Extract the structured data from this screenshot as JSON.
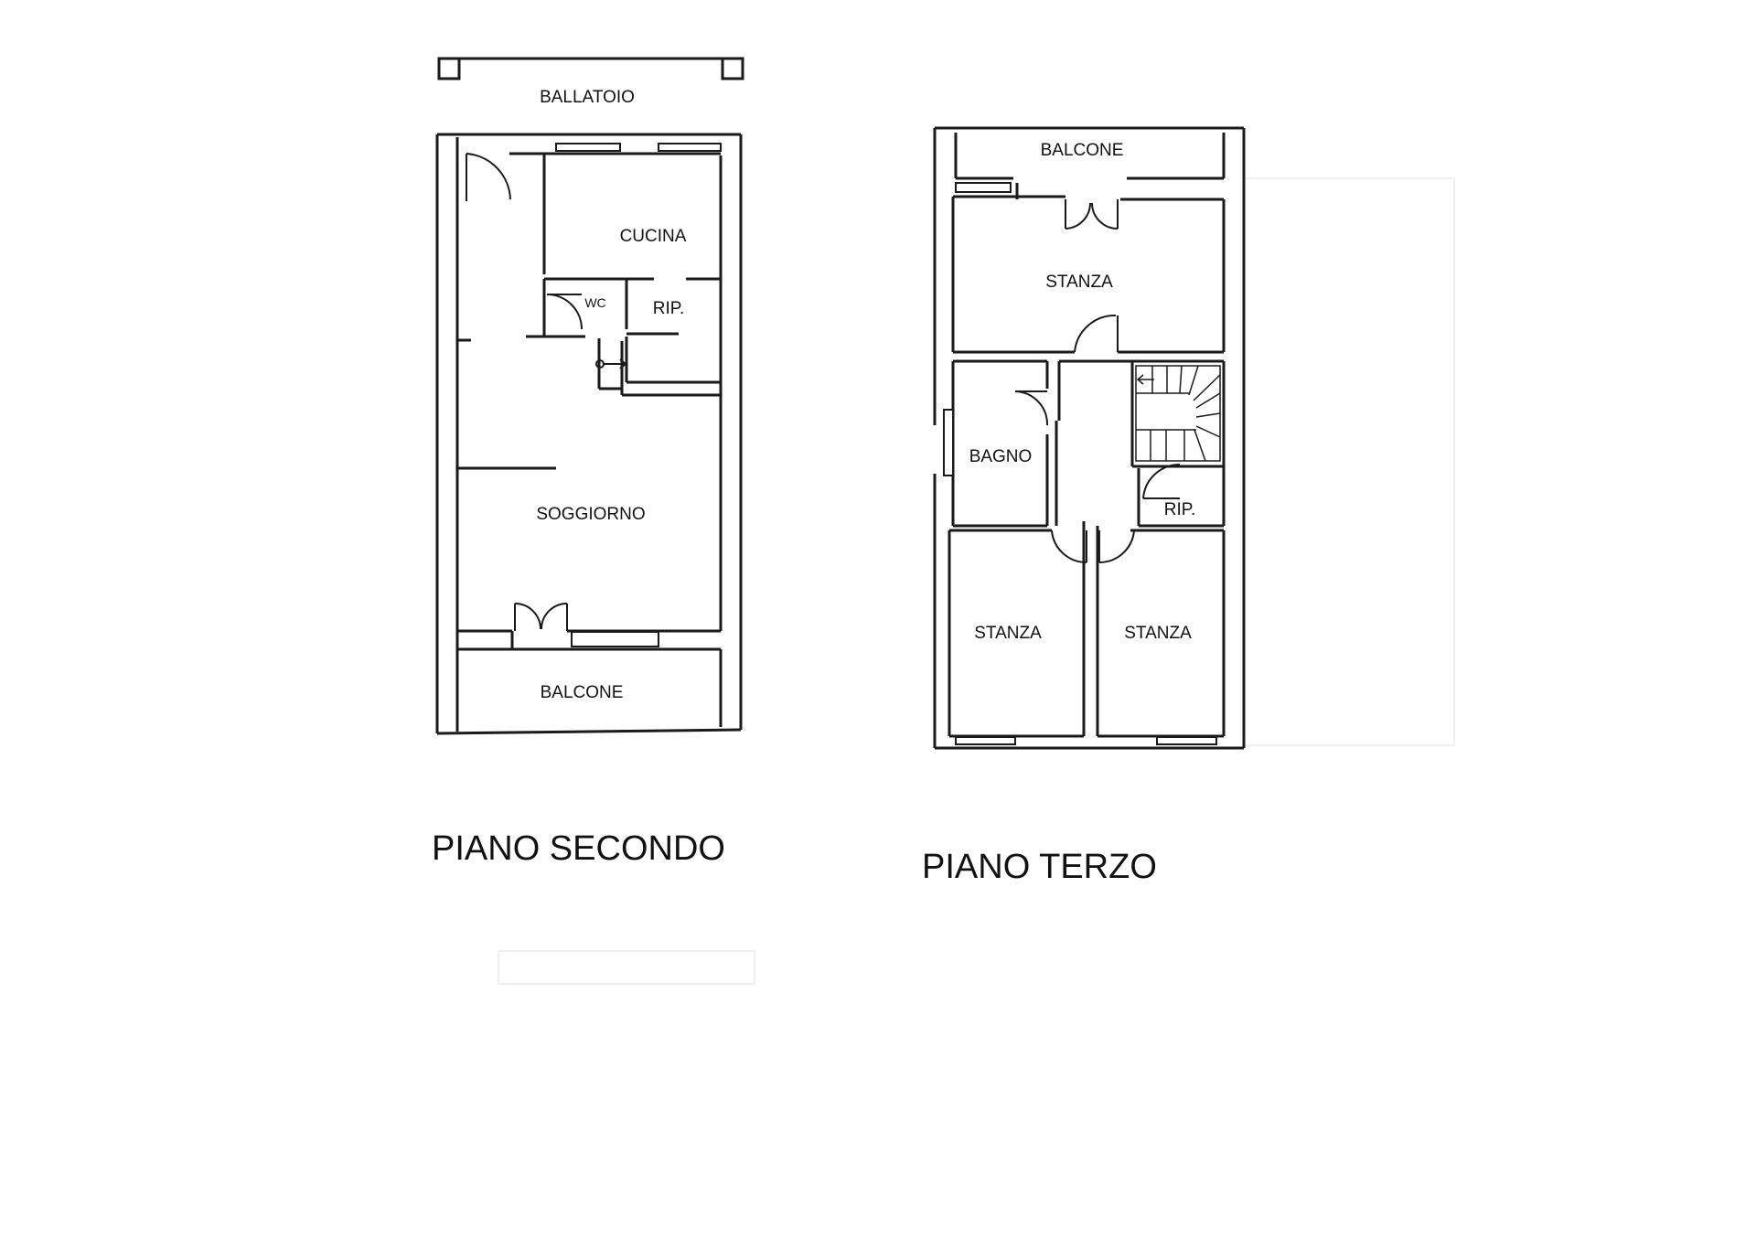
{
  "floors": [
    {
      "title": "PIANO SECONDO",
      "rooms": {
        "ballatoio": "BALLATOIO",
        "cucina": "CUCINA",
        "wc": "WC",
        "rip": "RIP.",
        "soggiorno": "SOGGIORNO",
        "balcone": "BALCONE"
      }
    },
    {
      "title": "PIANO TERZO",
      "rooms": {
        "balcone": "BALCONE",
        "stanza_top": "STANZA",
        "bagno": "BAGNO",
        "rip": "RIP.",
        "stanza_left": "STANZA",
        "stanza_right": "STANZA"
      }
    }
  ]
}
